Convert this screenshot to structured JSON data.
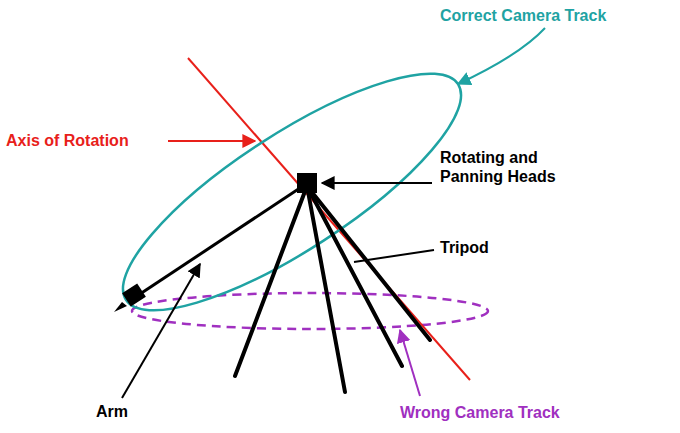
{
  "diagram": {
    "labels": [
      "Correct Camera Track",
      "Axis of Rotation",
      "Rotating and Panning Heads",
      "Tripod",
      "Arm",
      "Wrong Camera Track"
    ]
  }
}
